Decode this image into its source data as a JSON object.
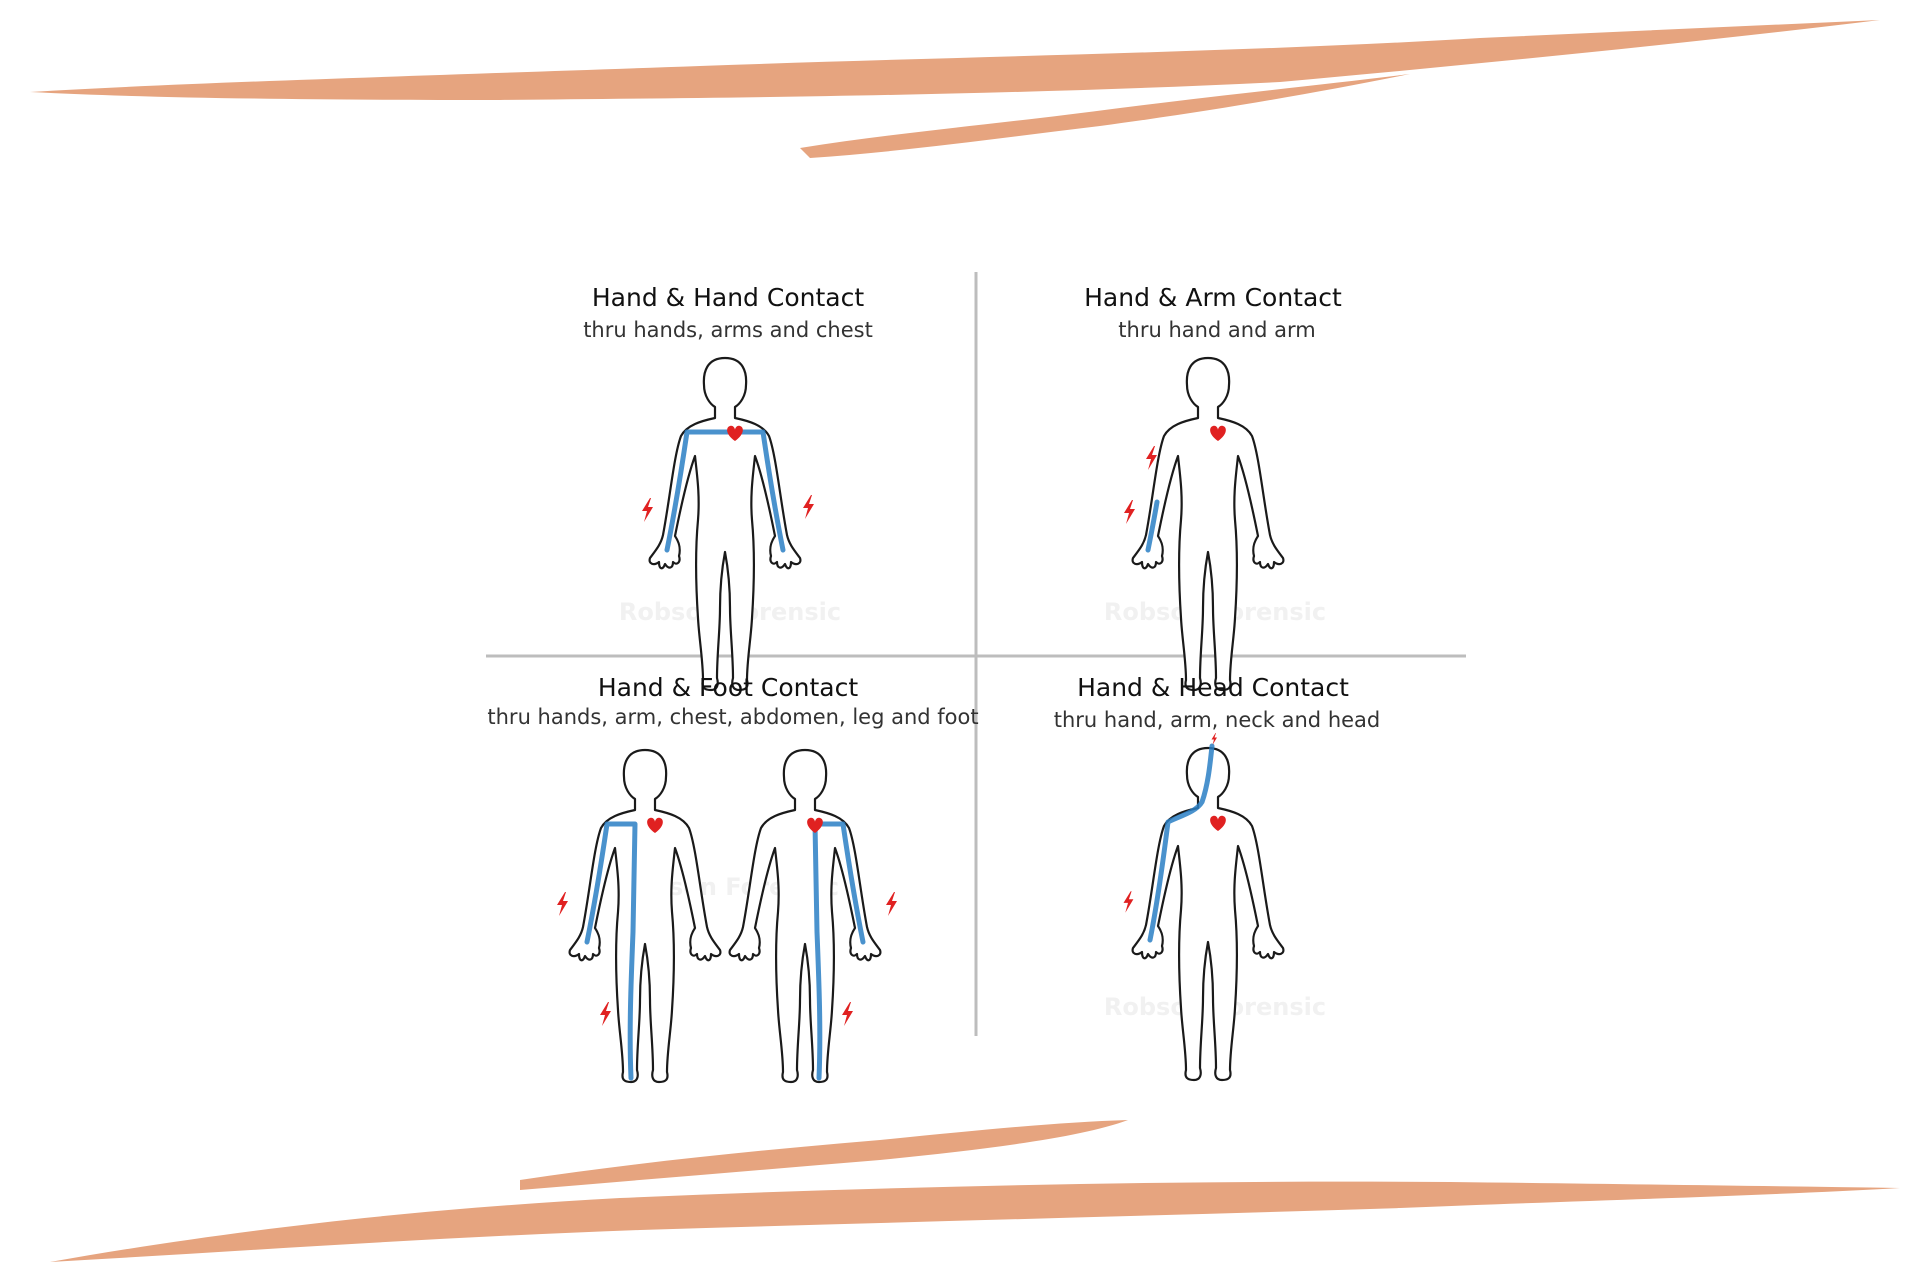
{
  "colors": {
    "brush": "#e6a47f",
    "current_path": "#2a7fc4",
    "heart": "#e02121",
    "divider": "#bdbdbd"
  },
  "panels": [
    {
      "title": "Hand & Hand Contact",
      "subtitle": "thru hands, arms and chest"
    },
    {
      "title": "Hand & Arm Contact",
      "subtitle": "thru hand and arm"
    },
    {
      "title": "Hand & Foot Contact",
      "subtitle": "thru hands, arm, chest, abdomen, leg and foot"
    },
    {
      "title": "Hand & Head Contact",
      "subtitle": "thru hand, arm, neck and head"
    }
  ],
  "watermark": "Robson Forensic",
  "icons": {
    "heart": "heart-icon",
    "shock": "lightning-bolt-icon"
  }
}
